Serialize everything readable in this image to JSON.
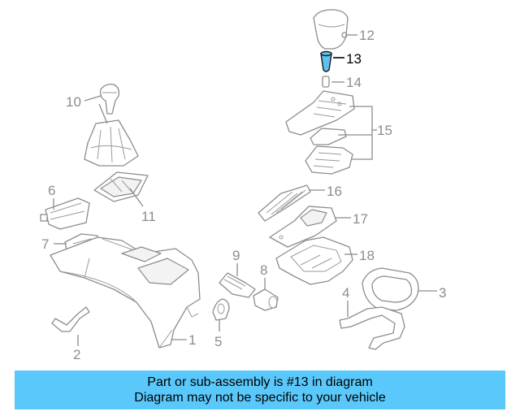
{
  "diagram": {
    "highlighted_part": "13",
    "callouts": {
      "c1": "1",
      "c2": "2",
      "c3": "3",
      "c4": "4",
      "c5": "5",
      "c6": "6",
      "c7": "7",
      "c8": "8",
      "c9": "9",
      "c10": "10",
      "c11": "11",
      "c12": "12",
      "c13": "13",
      "c14": "14",
      "c15": "15",
      "c16": "16",
      "c17": "17",
      "c18": "18"
    },
    "colors": {
      "highlight": "#5fc1ef",
      "banner": "#5ac8fa",
      "line_art": "#8c8c8c"
    }
  },
  "banner": {
    "line1": "Part or sub-assembly is #13 in diagram",
    "line2": "Diagram may not be specific to your vehicle"
  }
}
